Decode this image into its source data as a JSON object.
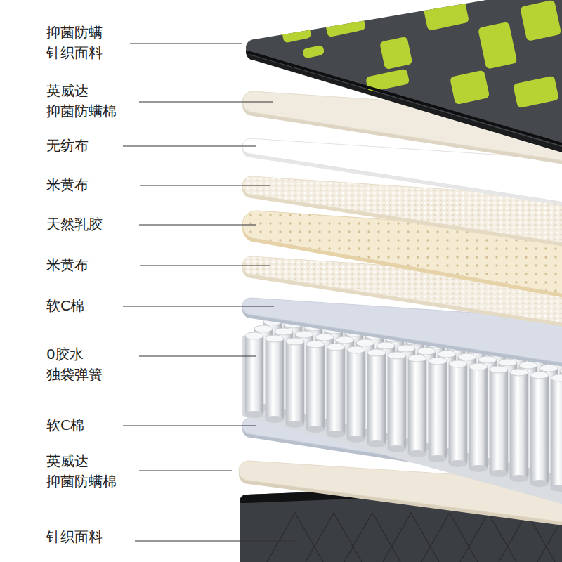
{
  "diagram": {
    "labels": [
      "抑菌防螨 针织面料",
      "英威达 抑菌防螨棉",
      "无纺布",
      "米黄布",
      "天然乳胶",
      "米黄布",
      "软C棉",
      "0胶水 独袋弹簧",
      "软C棉",
      "英威达 抑菌防螨棉",
      "针织面料"
    ]
  }
}
